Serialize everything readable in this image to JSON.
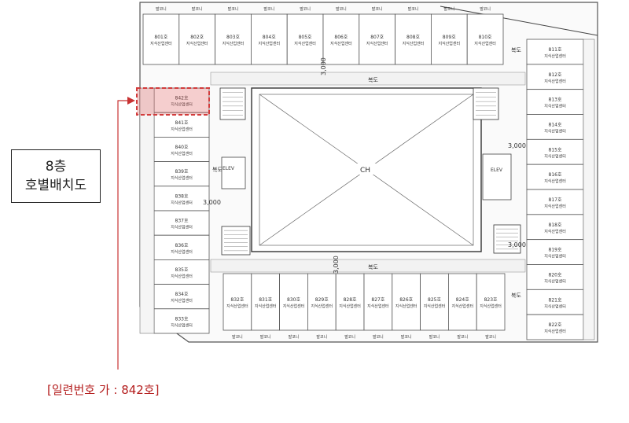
{
  "floor_title": {
    "line1": "8층",
    "line2": "호별배치도"
  },
  "caption": "[일련번호 가 : 842호]",
  "highlight_color": "#d23c3c",
  "room_desc": "지식산업센터",
  "top_row": [
    "801호",
    "802호",
    "803호",
    "804호",
    "805호",
    "806호",
    "807호",
    "808호",
    "809호",
    "810호"
  ],
  "left_col": [
    "842호",
    "841호",
    "840호",
    "839호",
    "838호",
    "837호",
    "836호",
    "835호",
    "834호",
    "833호"
  ],
  "right_col": [
    "811호",
    "812호",
    "813호",
    "814호",
    "815호",
    "816호",
    "817호",
    "818호",
    "819호",
    "820호",
    "821호",
    "822호"
  ],
  "bottom_row": [
    "832호",
    "831호",
    "830호",
    "829호",
    "828호",
    "827호",
    "826호",
    "825호",
    "824호",
    "823호"
  ],
  "highlighted_unit": "842호",
  "center_label": "CH",
  "misc": {
    "balcony": "발코니",
    "corridor": "복도",
    "dim": "3,000",
    "ev": "ELEV"
  }
}
